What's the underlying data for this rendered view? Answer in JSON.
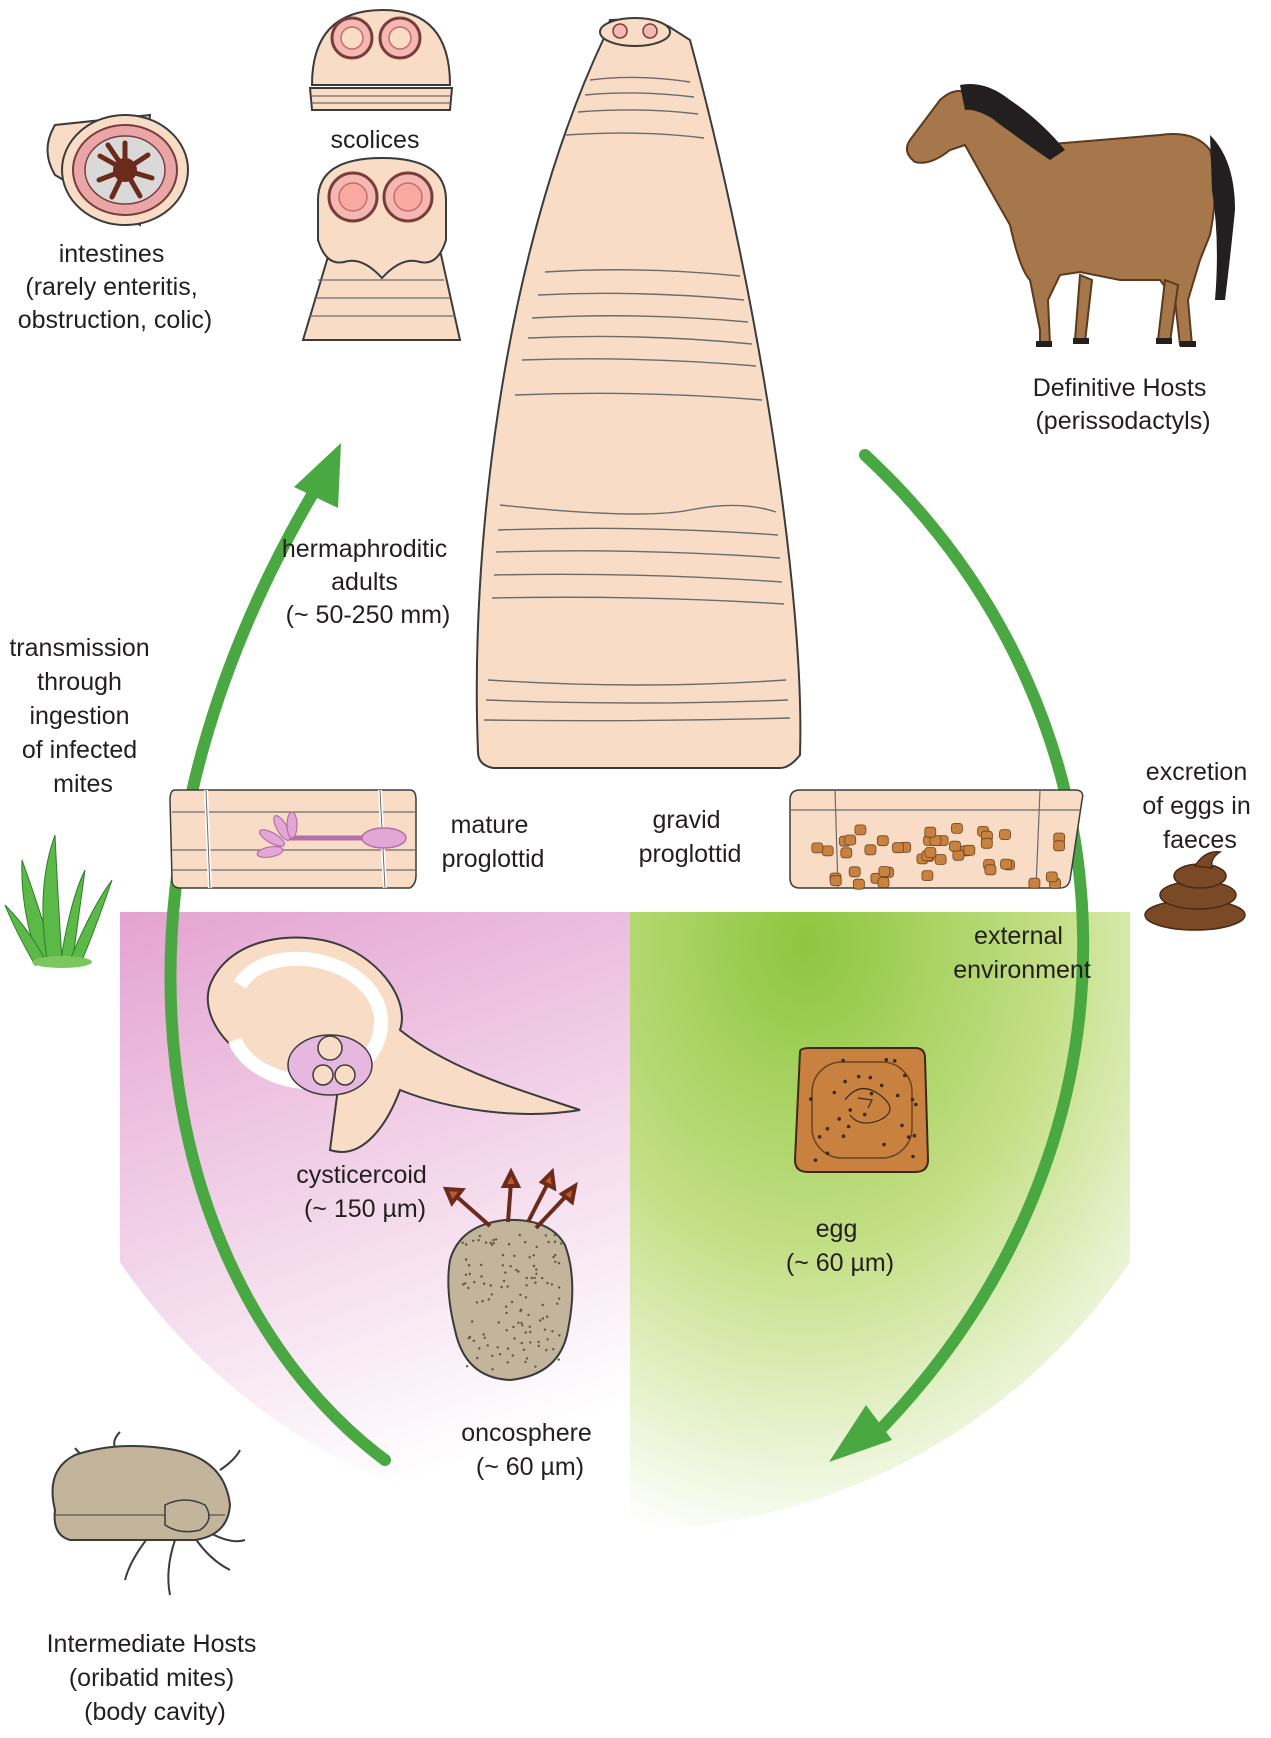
{
  "labels": {
    "intestines": [
      "intestines",
      "(rarely enteritis,",
      "obstruction, colic)"
    ],
    "scolices": "scolices",
    "definitive_hosts": [
      "Definitive Hosts",
      "(perissodactyls)"
    ],
    "adults": [
      "hermaphroditic",
      "adults",
      "(~  50-250 mm)"
    ],
    "transmission": [
      "transmission",
      "through",
      "ingestion",
      "of infected",
      "mites"
    ],
    "excretion": [
      "excretion",
      "of eggs in",
      "faeces"
    ],
    "mature_proglottid": [
      "mature",
      "proglottid"
    ],
    "gravid_proglottid": [
      "gravid",
      "proglottid"
    ],
    "external_environment": [
      "external",
      "environment"
    ],
    "cysticercoid": [
      "cysticercoid",
      "(~ 150 µm)"
    ],
    "egg": [
      "egg",
      "(~ 60 µm)"
    ],
    "oncosphere": [
      "oncosphere",
      "(~ 60 µm)"
    ],
    "intermediate_hosts": [
      "Intermediate Hosts",
      "(oribatid mites)",
      "(body cavity)"
    ]
  },
  "colors": {
    "cycle_arrow": "#4aa842",
    "worm_fill": "#f8dcc6",
    "worm_line": "#3b3b3b",
    "pink_bg": "#e4a3d2",
    "green_bg": "#8dc63f",
    "horse_body": "#a5774b",
    "horse_mane": "#231f20",
    "egg_fill": "#c8813f",
    "mite_fill": "#c2b59b",
    "faeces": "#7a4a26",
    "grass": "#5bb947"
  },
  "icons": [
    "intestine-cross-section-icon",
    "horse-icon",
    "grass-icon",
    "faeces-icon",
    "mite-icon"
  ]
}
